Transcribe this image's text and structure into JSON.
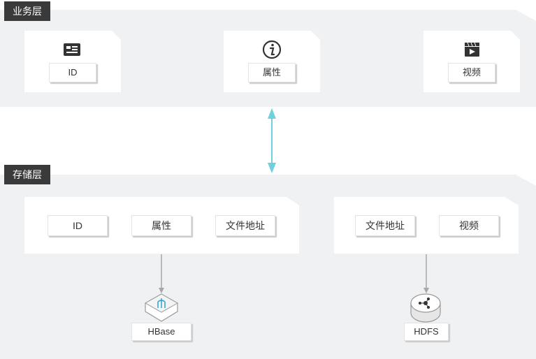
{
  "business_layer": {
    "tag": "业务层",
    "cards": [
      {
        "icon": "id-card-icon",
        "label": "ID"
      },
      {
        "icon": "info-icon",
        "label": "属性"
      },
      {
        "icon": "video-icon",
        "label": "视频"
      }
    ]
  },
  "storage_layer": {
    "tag": "存储层",
    "group1": {
      "items": [
        "ID",
        "属性",
        "文件地址"
      ],
      "store": "HBase",
      "store_icon": "hbase-icon"
    },
    "group2": {
      "items": [
        "文件地址",
        "视频"
      ],
      "store": "HDFS",
      "store_icon": "hdfs-icon"
    }
  },
  "colors": {
    "panel": "#f0f1f2",
    "tag": "#3a3a3a",
    "arrow": "#6fd0de",
    "connector": "#a8a8a8"
  }
}
